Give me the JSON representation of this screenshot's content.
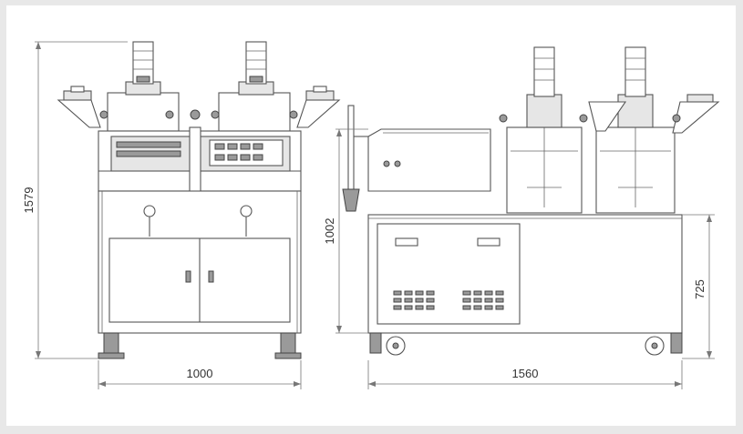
{
  "colors": {
    "background_panel": "#e8e8e8",
    "drawing_area": "#ffffff",
    "line": "#555555",
    "text": "#333333"
  },
  "dimensions": {
    "front_height": "1579",
    "front_width": "1000",
    "side_height_total": "1002",
    "side_height_frame": "725",
    "side_width": "1560"
  }
}
